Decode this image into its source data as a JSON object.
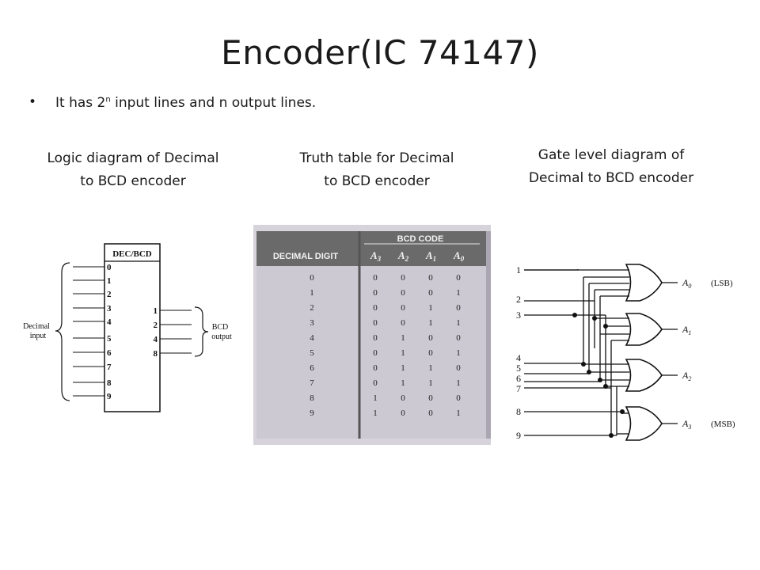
{
  "slide": {
    "title": "Encoder(IC 74147)",
    "bullet": {
      "marker": "•",
      "prefix": "It has 2",
      "superscript": "n",
      "suffix": " input lines and  n output lines."
    }
  },
  "captions": {
    "logic": [
      "Logic diagram of Decimal",
      "to BCD encoder"
    ],
    "truth": [
      "Truth table for Decimal",
      "to BCD encoder"
    ],
    "gate": [
      "Gate level diagram of",
      "Decimal to BCD encoder"
    ]
  },
  "logic_diagram": {
    "block_label": "DEC/BCD",
    "inputs": [
      "0",
      "1",
      "2",
      "3",
      "4",
      "5",
      "6",
      "7",
      "8",
      "9"
    ],
    "outputs": [
      "1",
      "2",
      "4",
      "8"
    ],
    "input_group_label": [
      "Decimal",
      "input"
    ],
    "output_group_label": [
      "BCD",
      "output"
    ]
  },
  "truth_table": {
    "header_left": "DECIMAL DIGIT",
    "header_group": "BCD CODE",
    "columns": [
      {
        "base": "A",
        "sub": "3"
      },
      {
        "base": "A",
        "sub": "2"
      },
      {
        "base": "A",
        "sub": "1"
      },
      {
        "base": "A",
        "sub": "0"
      }
    ],
    "rows": [
      {
        "digit": "0",
        "bcd": [
          "0",
          "0",
          "0",
          "0"
        ]
      },
      {
        "digit": "1",
        "bcd": [
          "0",
          "0",
          "0",
          "1"
        ]
      },
      {
        "digit": "2",
        "bcd": [
          "0",
          "0",
          "1",
          "0"
        ]
      },
      {
        "digit": "3",
        "bcd": [
          "0",
          "0",
          "1",
          "1"
        ]
      },
      {
        "digit": "4",
        "bcd": [
          "0",
          "1",
          "0",
          "0"
        ]
      },
      {
        "digit": "5",
        "bcd": [
          "0",
          "1",
          "0",
          "1"
        ]
      },
      {
        "digit": "6",
        "bcd": [
          "0",
          "1",
          "1",
          "0"
        ]
      },
      {
        "digit": "7",
        "bcd": [
          "0",
          "1",
          "1",
          "1"
        ]
      },
      {
        "digit": "8",
        "bcd": [
          "1",
          "0",
          "0",
          "0"
        ]
      },
      {
        "digit": "9",
        "bcd": [
          "1",
          "0",
          "0",
          "1"
        ]
      }
    ],
    "colors": {
      "header_bg": "#6a6a6a",
      "body_bg": "#ccc9d2",
      "divider": "#555555"
    }
  },
  "gate_diagram": {
    "input_labels": [
      "1",
      "2",
      "3",
      "4",
      "5",
      "6",
      "7",
      "8",
      "9"
    ],
    "outputs": [
      {
        "base": "A",
        "sub": "0",
        "note": "(LSB)"
      },
      {
        "base": "A",
        "sub": "1",
        "note": ""
      },
      {
        "base": "A",
        "sub": "2",
        "note": ""
      },
      {
        "base": "A",
        "sub": "3",
        "note": "(MSB)"
      }
    ]
  }
}
